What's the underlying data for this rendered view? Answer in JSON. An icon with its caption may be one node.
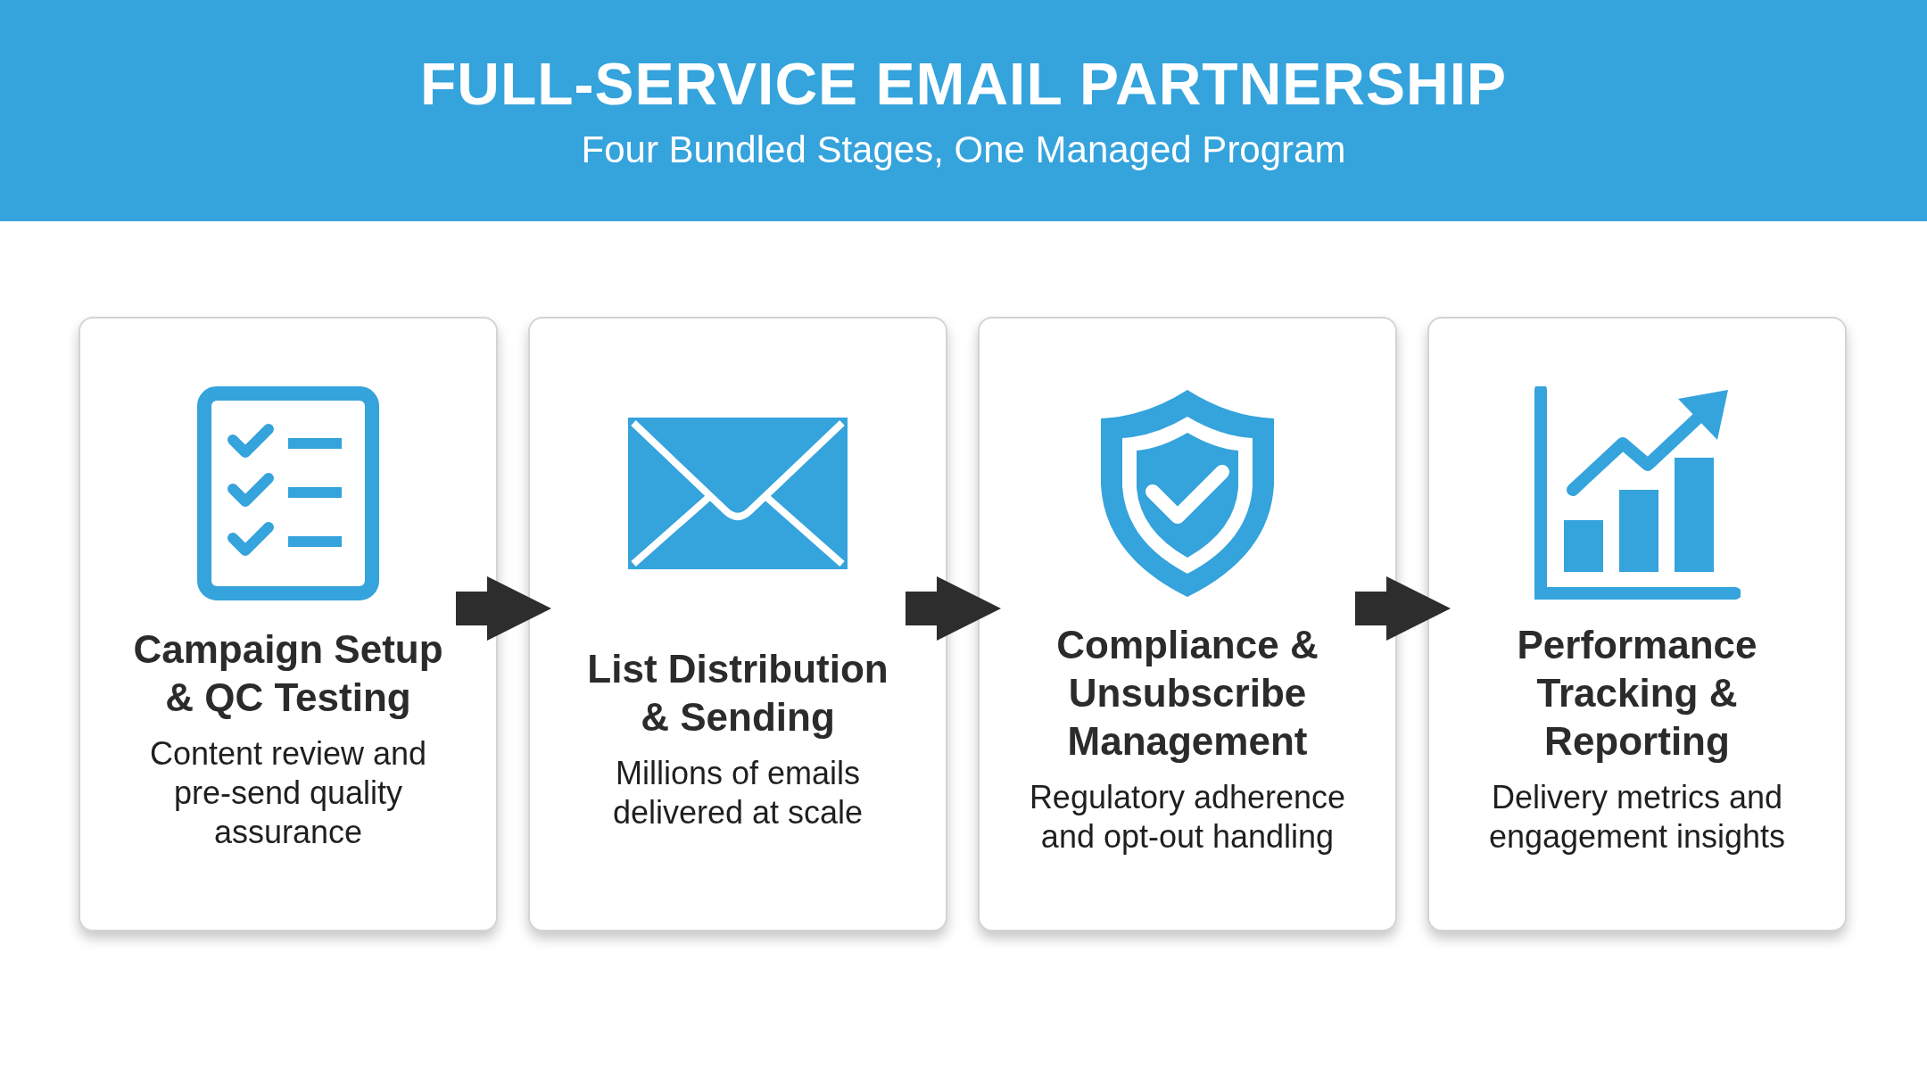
{
  "diagram": {
    "title": "FULL-SERVICE EMAIL PARTNERSHIP",
    "nodes": [
      {
        "text": [
          "Campaign Setup & QC Testing",
          "Content review and pre-send quality assurance"
        ]
      },
      {
        "text": [
          "List Distribution & Sending",
          "Millions of emails delivered at scale"
        ]
      },
      {
        "text": [
          "Compliance & Unsubscribe Management",
          "Regulatory adherence and opt-out handling"
        ]
      },
      {
        "text": [
          "Performance Tracking & Reporting",
          "Delivery metrics and engagement insights"
        ]
      }
    ],
    "edges": [
      {
        "from": 0,
        "to": 1,
        "arrow": "to"
      },
      {
        "from": 1,
        "to": 2,
        "arrow": "to"
      },
      {
        "from": 2,
        "to": 3,
        "arrow": "to"
      }
    ],
    "labels": [
      "Four Bundled Stages, One Managed Program"
    ]
  }
}
